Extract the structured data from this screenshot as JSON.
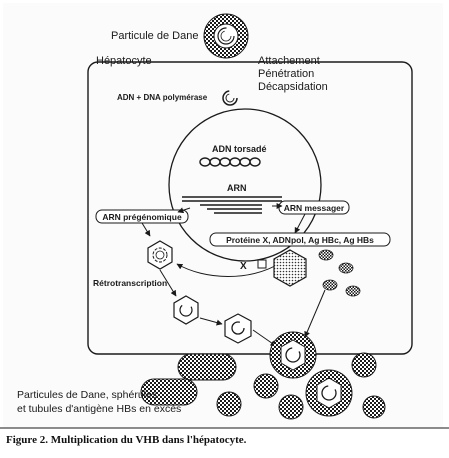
{
  "labels": {
    "dane_particle": "Particule de Dane",
    "hepatocyte": "Hépatocyte",
    "attachment": "Attachement",
    "penetration": "Pénétration",
    "decapsidation": "Décapsidation",
    "adn_dna_polymerase": "ADN + DNA polymérase",
    "adn_torsade": "ADN torsadé",
    "arn": "ARN",
    "arn_pregenomique": "ARN prégénomique",
    "arn_messager": "ARN messager",
    "proteins": "Protéine X, ADNpol, Ag HBc, Ag HBs",
    "x_mark": "X",
    "retrotranscription": "Rétrotranscription",
    "excess_line1": "Particules de Dane, sphérules",
    "excess_line2": "et tubules d'antigène HBs en excès"
  },
  "caption": "Figure 2. Multiplication du VHB dans l'hépatocyte.",
  "colors": {
    "background": "#ffffff",
    "ink": "#1a1a1a",
    "background_noise": "#cfcfcf"
  }
}
